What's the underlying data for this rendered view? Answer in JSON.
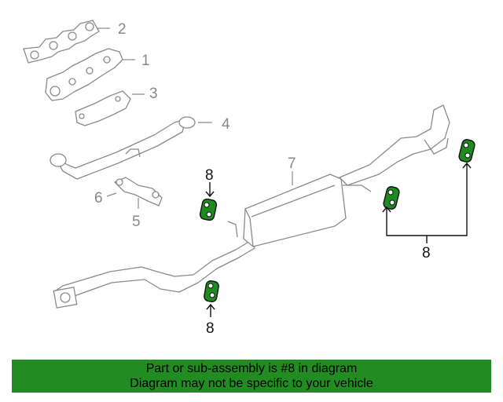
{
  "callouts": {
    "c1": "1",
    "c2": "2",
    "c3": "3",
    "c4": "4",
    "c5": "5",
    "c6": "6",
    "c7": "7",
    "c8_a": "8",
    "c8_b": "8",
    "c8_c": "8"
  },
  "banner": {
    "line1": "Part or sub-assembly is #8 in diagram",
    "line2": "Diagram may not be specific to your vehicle",
    "color": "#228b22"
  },
  "colors": {
    "highlight_part": "#1f8a1f",
    "line_art": "#8a8a8a"
  }
}
